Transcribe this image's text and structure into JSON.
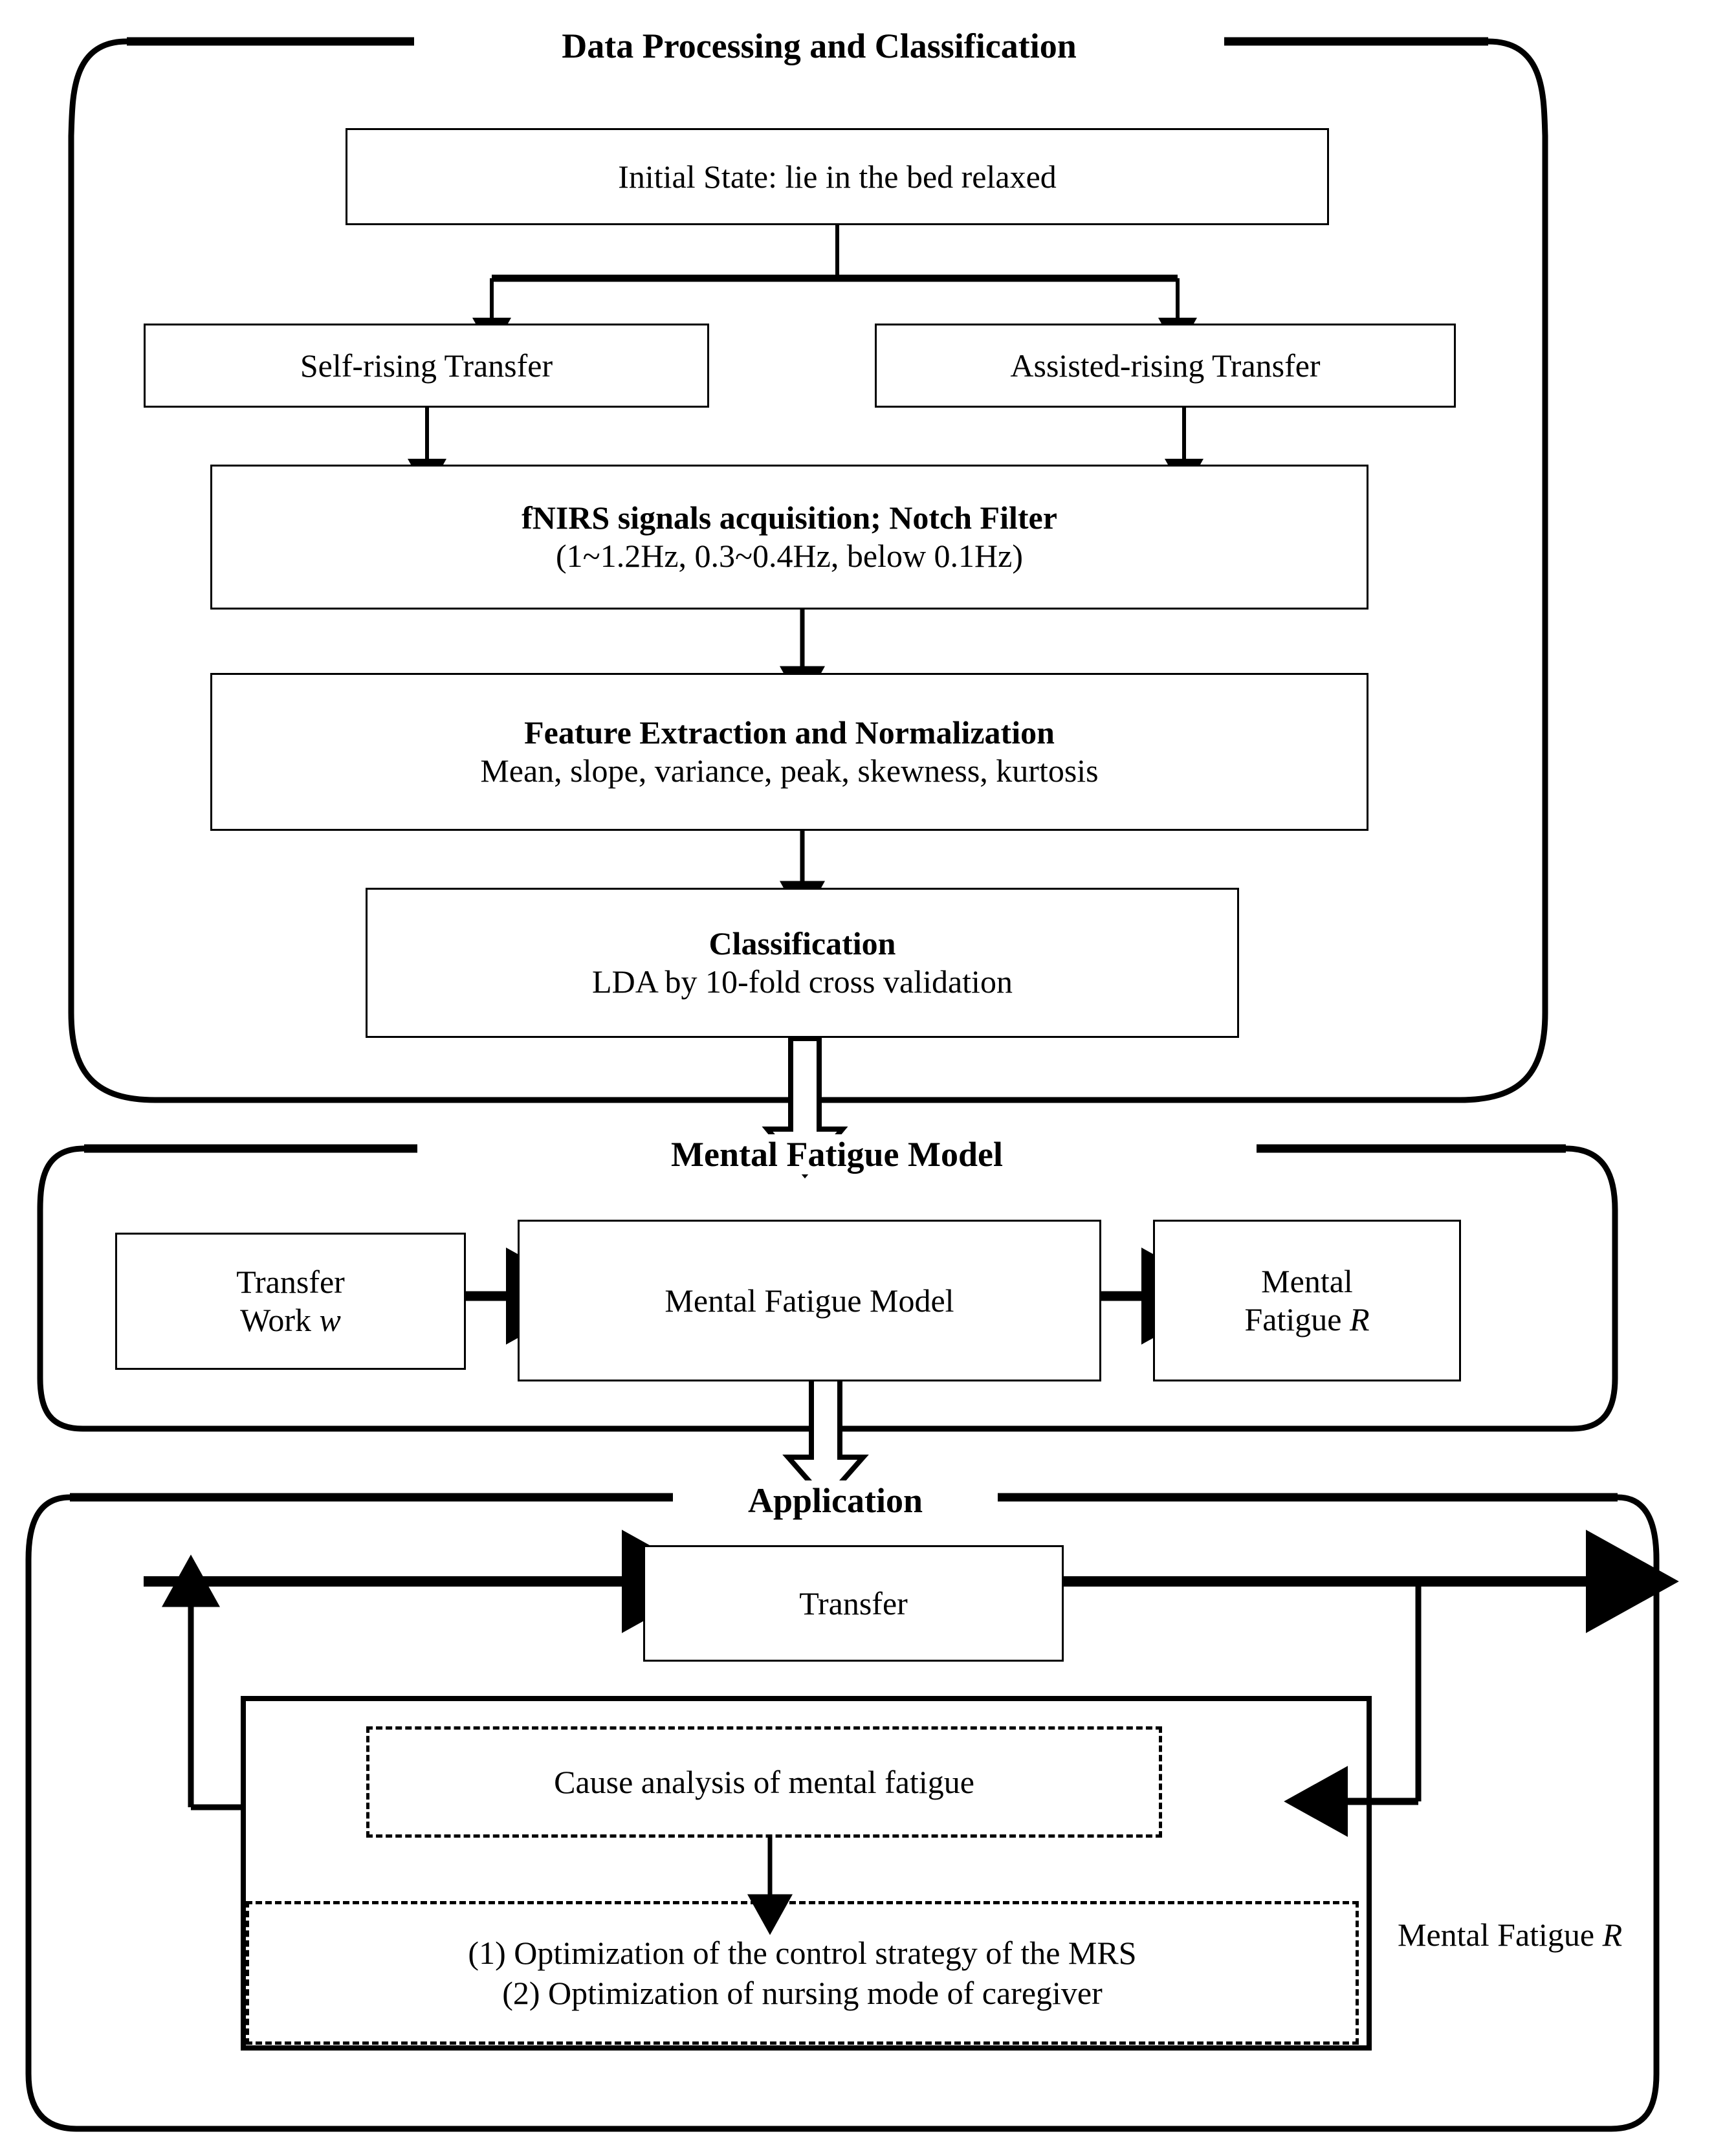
{
  "sections": {
    "data_processing": {
      "title": "Data Processing and Classification",
      "nodes": {
        "initial_state": {
          "line1": "Initial State: lie in the bed relaxed"
        },
        "self_rising": {
          "line1": "Self-rising Transfer"
        },
        "assisted_rising": {
          "line1": "Assisted-rising Transfer"
        },
        "fnirs": {
          "line1": "fNIRS signals acquisition; Notch Filter",
          "line2": "(1~1.2Hz, 0.3~0.4Hz, below 0.1Hz)"
        },
        "feature_extraction": {
          "line1": "Feature Extraction and Normalization",
          "line2": "Mean, slope, variance, peak, skewness, kurtosis"
        },
        "classification": {
          "line1": "Classification",
          "line2": "LDA by 10-fold cross validation"
        }
      }
    },
    "mental_fatigue_model": {
      "title": "Mental Fatigue Model",
      "nodes": {
        "transfer_work": {
          "line1": "Transfer",
          "line2": "Work",
          "symbol": "w"
        },
        "model": {
          "line1": "Mental Fatigue Model"
        },
        "output": {
          "line1": "Mental",
          "line2": "Fatigue",
          "symbol": "R"
        }
      }
    },
    "application": {
      "title": "Application",
      "nodes": {
        "transfer": {
          "line1": "Transfer"
        },
        "cause_analysis": {
          "line1": "Cause analysis of mental fatigue"
        },
        "optimizations": {
          "line1": "(1) Optimization of the control strategy of the MRS",
          "line2": "(2) Optimization of nursing mode of caregiver"
        }
      },
      "side_label": {
        "line1": "Mental",
        "line2": "Fatigue",
        "symbol": "R"
      }
    }
  },
  "colors": {
    "stroke": "#000000",
    "fill": "#ffffff"
  }
}
